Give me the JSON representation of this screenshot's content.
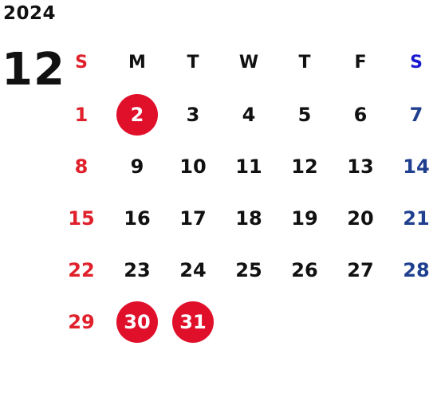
{
  "year": "2024",
  "month": "12",
  "weekdays": [
    "S",
    "M",
    "T",
    "W",
    "T",
    "F",
    "S"
  ],
  "weeks": [
    [
      "1",
      "2",
      "3",
      "4",
      "5",
      "6",
      "7"
    ],
    [
      "8",
      "9",
      "10",
      "11",
      "12",
      "13",
      "14"
    ],
    [
      "15",
      "16",
      "17",
      "18",
      "19",
      "20",
      "21"
    ],
    [
      "22",
      "23",
      "24",
      "25",
      "26",
      "27",
      "28"
    ],
    [
      "29",
      "30",
      "31",
      "",
      "",
      "",
      ""
    ]
  ],
  "colors": {
    "sunday": "#e0202b",
    "saturday": "#1f3f8f",
    "highlight": "#e0102b"
  }
}
